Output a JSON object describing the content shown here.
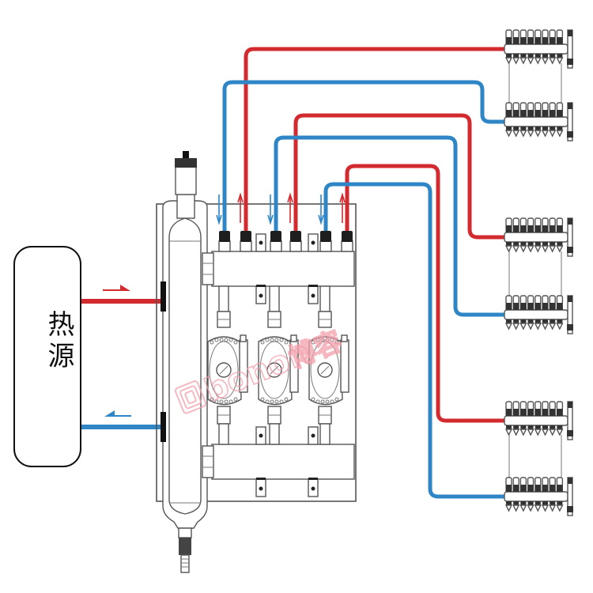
{
  "heat_source": {
    "label": "热源"
  },
  "watermark": {
    "brand_latin": "bonon",
    "brand_cn": "博容"
  },
  "colors": {
    "supply_hot": "#d32a2f",
    "return_cold": "#2f86c6",
    "outline": "#555555",
    "watermark": "#f2a0ac"
  },
  "components": {
    "pump_circuits": 3,
    "floor_manifolds": 6,
    "manifold_outlets_each": 8
  }
}
